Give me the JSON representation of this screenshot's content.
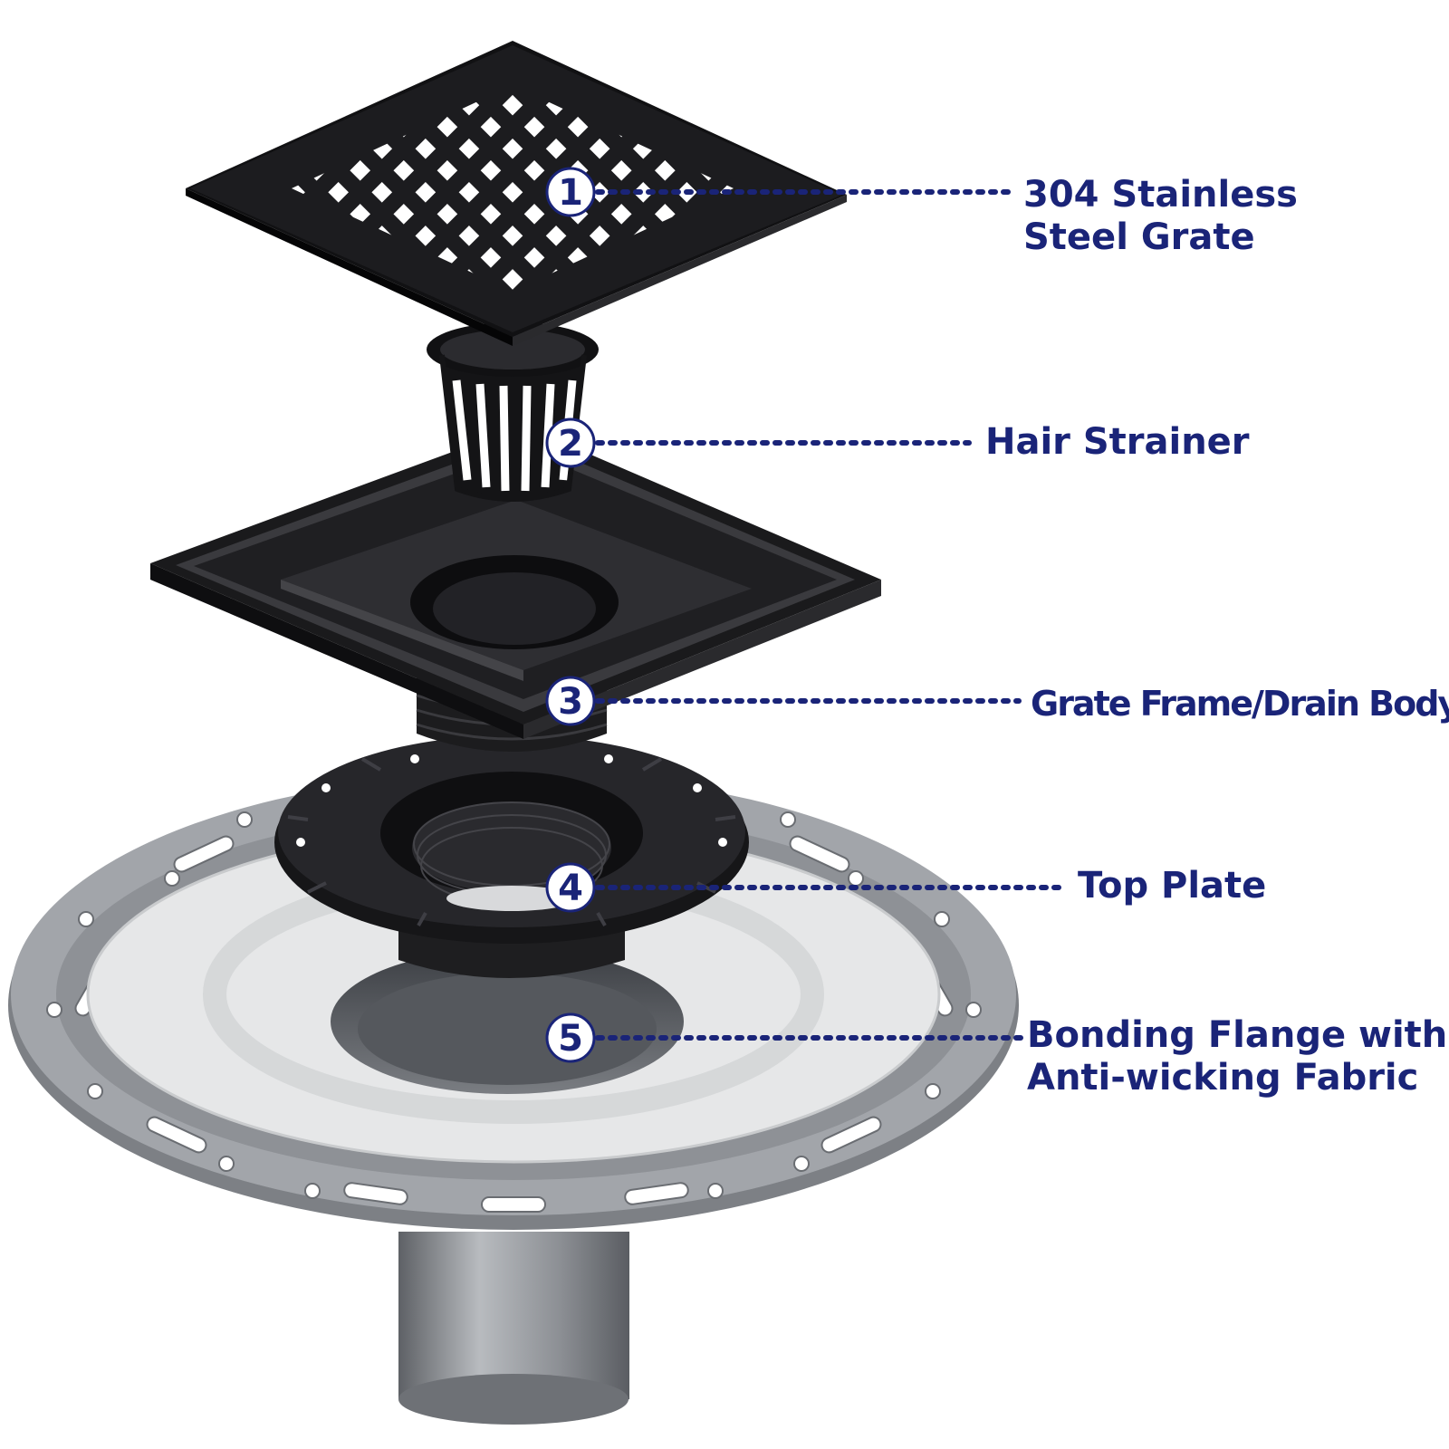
{
  "callouts": [
    {
      "number": "1",
      "lines": [
        "304 Stainless",
        "Steel Grate"
      ]
    },
    {
      "number": "2",
      "lines": [
        "Hair Strainer"
      ]
    },
    {
      "number": "3",
      "lines": [
        "Grate Frame/Drain Body"
      ]
    },
    {
      "number": "4",
      "lines": [
        "Top Plate"
      ]
    },
    {
      "number": "5",
      "lines": [
        "Bonding Flange with",
        "Anti-wicking Fabric"
      ]
    }
  ],
  "colors": {
    "label": "#1a2478",
    "badge_border": "#1a2478",
    "badge_fill": "#ffffff",
    "metal_black": "#1b1b1d",
    "flange_gray": "#8c8f94",
    "fabric": "#e8e9ea"
  }
}
